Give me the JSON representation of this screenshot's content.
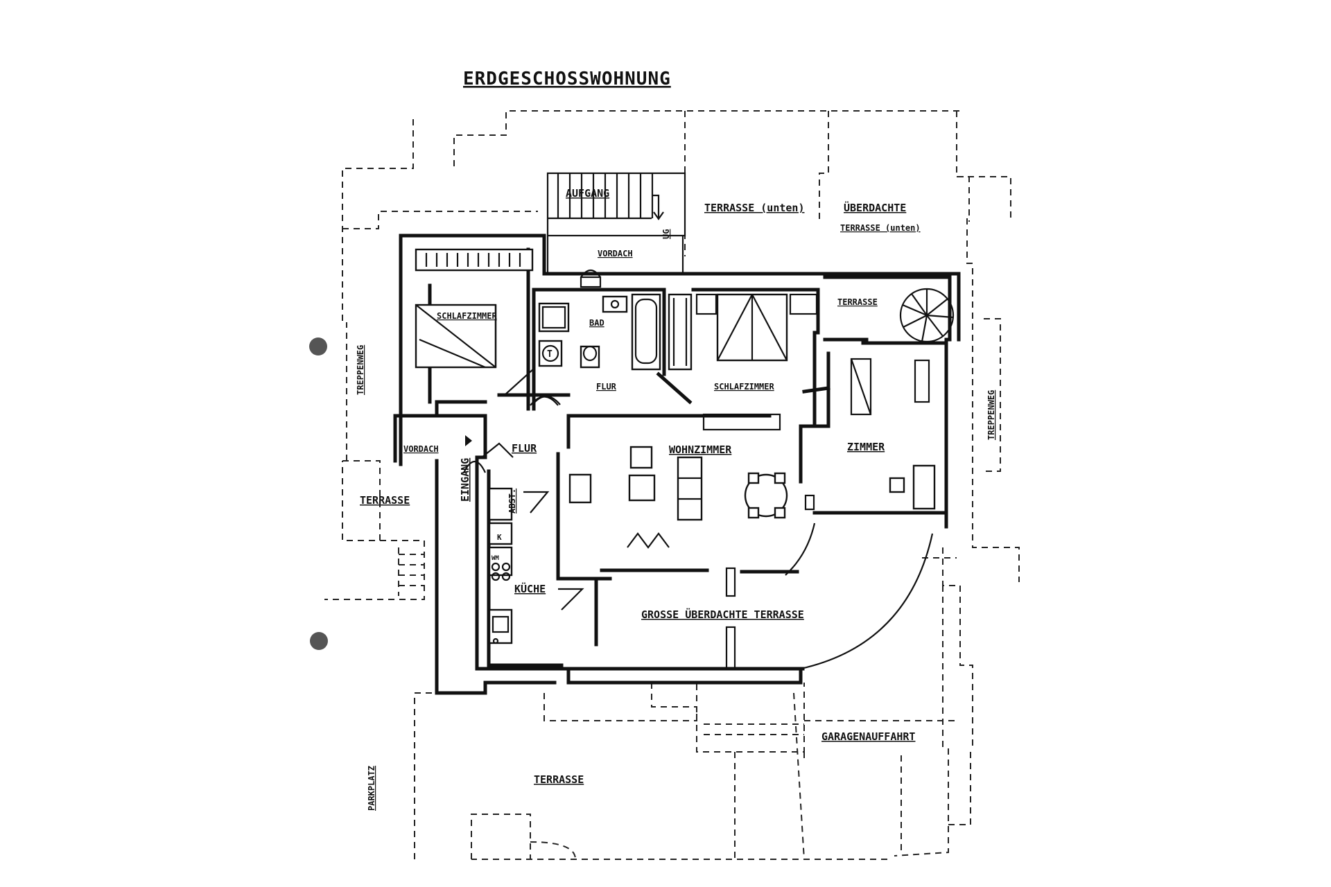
{
  "title": "ERDGESCHOSSWOHNUNG",
  "rooms": {
    "aufgang": "AUFGANG",
    "ug": "UG",
    "terrasse_unten": "TERRASSE (unten)",
    "ueberdachte": "ÜBERDACHTE",
    "terrasse_unten2": "TERRASSE (unten)",
    "vordach_top": "VORDACH",
    "schlafzimmer_1": "SCHLAFZIMMER",
    "bad": "BAD",
    "flur_top": "FLUR",
    "schlafzimmer_2": "SCHLAFZIMMER",
    "terrasse_small": "TERRASSE",
    "treppenweg_left": "TREPPENWEG",
    "treppenweg_right": "TREPPENWEG",
    "vordach_left": "VORDACH",
    "eingang": "EINGANG",
    "flur_main": "FLUR",
    "wohnzimmer": "WOHNZIMMER",
    "zimmer": "ZIMMER",
    "terrasse_left": "TERRASSE",
    "abst": "ABST.",
    "kueche": "KÜCHE",
    "grosse_terrasse": "GROSSE ÜBERDACHTE TERRASSE",
    "parkplatz": "PARKPLATZ",
    "terrasse_bottom": "TERRASSE",
    "garagenauffahrt": "GARAGENAUFFAHRT"
  },
  "symbols": {
    "toilet_mark": "T",
    "fridge_mark": "K",
    "washer_mark": "WM"
  }
}
